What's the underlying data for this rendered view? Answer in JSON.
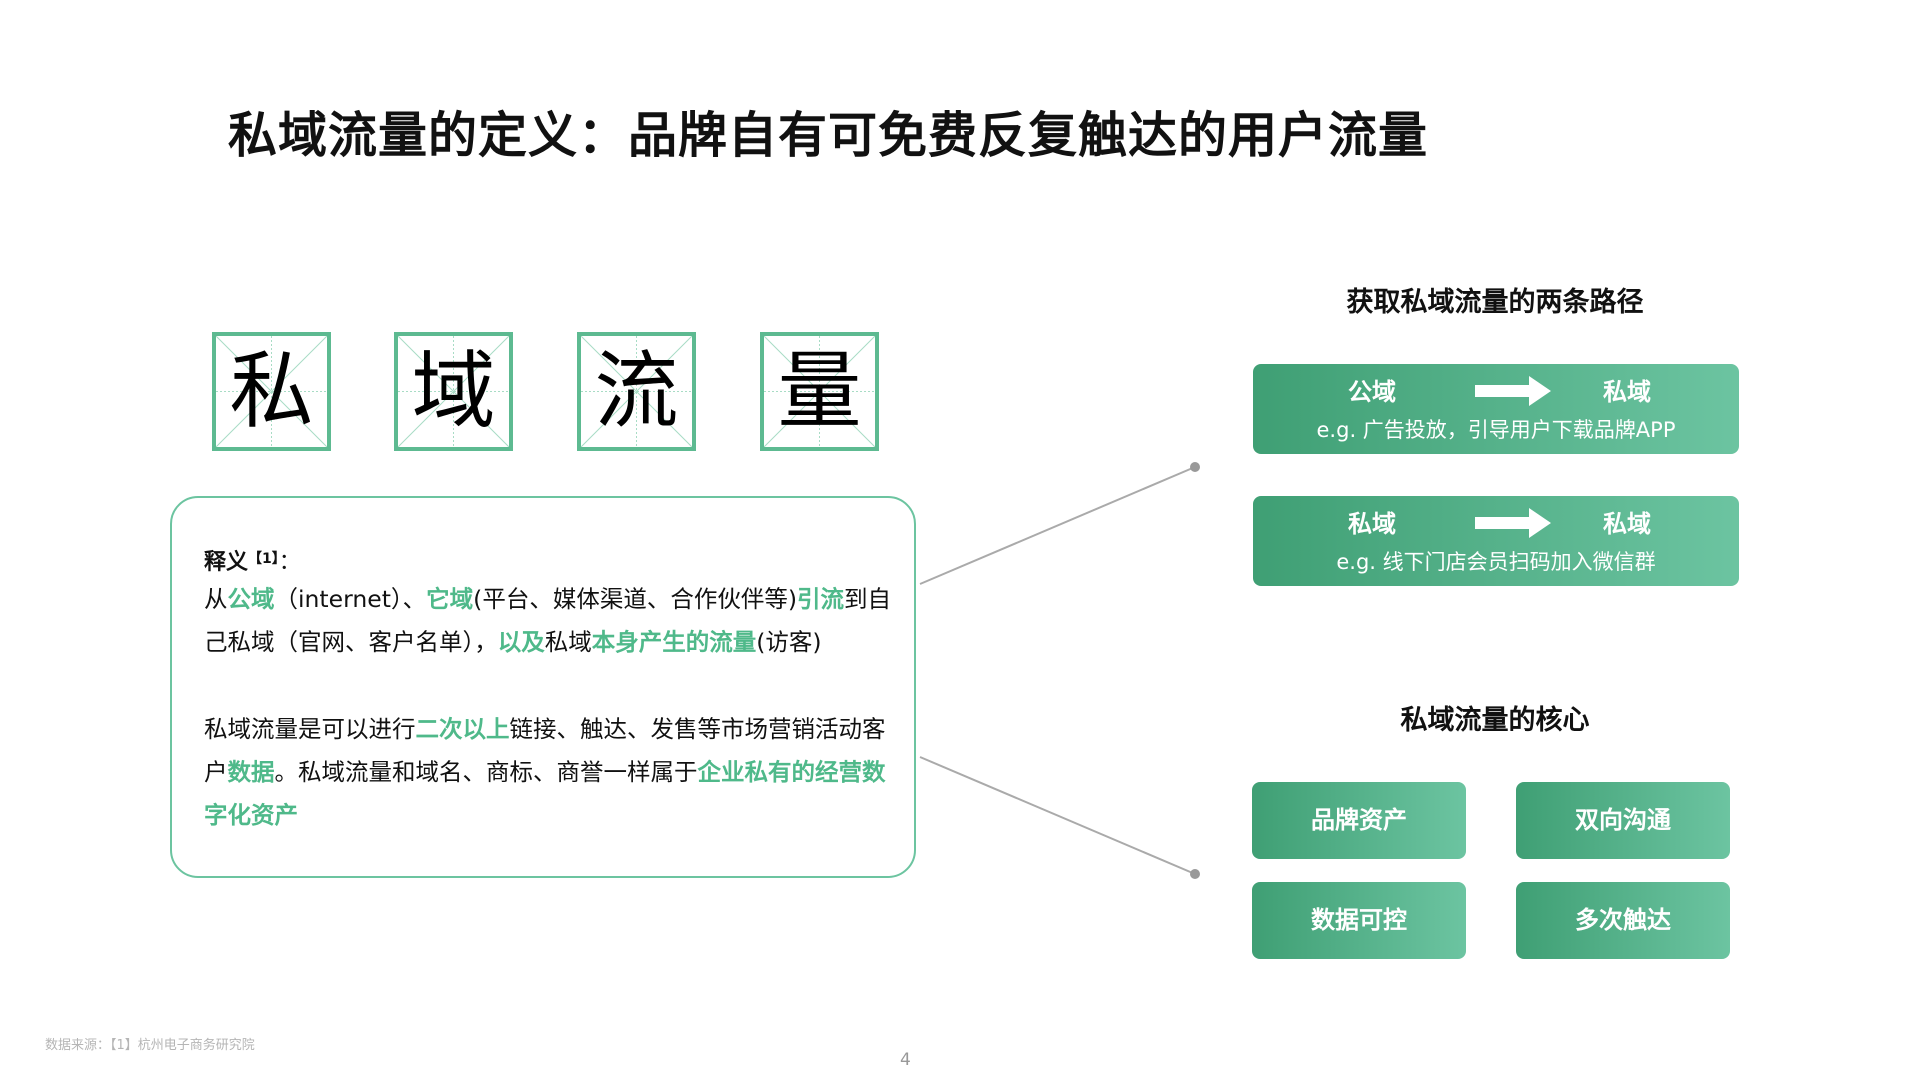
{
  "title": "私域流量的定义：品牌自有可免费反复触达的用户流量",
  "characters": [
    "私",
    "域",
    "流",
    "量"
  ],
  "definition": {
    "label": "释义",
    "ref": "【1】",
    "colon": "：",
    "para1": [
      {
        "t": " 从",
        "h": false
      },
      {
        "t": "公域",
        "h": true
      },
      {
        "t": "（internet）、",
        "h": false
      },
      {
        "t": "它域",
        "h": true
      },
      {
        "t": "(平台、媒体渠道、合作伙伴等)",
        "h": false
      },
      {
        "t": "引流",
        "h": true
      },
      {
        "t": "到自己私域（官网、客户名单），",
        "h": false
      },
      {
        "t": "以及",
        "h": true
      },
      {
        "t": "私域",
        "h": false
      },
      {
        "t": "本身产生的流量",
        "h": true
      },
      {
        "t": "(访客)",
        "h": false
      }
    ],
    "para2": [
      {
        "t": "私域流量是可以进行",
        "h": false
      },
      {
        "t": "二次以上",
        "h": true
      },
      {
        "t": "链接、触达、发售等市场营销活动客户",
        "h": false
      },
      {
        "t": "数据",
        "h": true
      },
      {
        "t": "。私域流量和域名、商标、商誉一样属于",
        "h": false
      },
      {
        "t": "企业私有的经营数字化资产",
        "h": true
      }
    ]
  },
  "paths": {
    "title": "获取私域流量的两条路径",
    "items": [
      {
        "from": "公域",
        "to": "私域",
        "example": "e.g. 广告投放，引导用户下载品牌APP"
      },
      {
        "from": "私域",
        "to": "私域",
        "example": "e.g. 线下门店会员扫码加入微信群"
      }
    ]
  },
  "core": {
    "title": "私域流量的核心",
    "items": [
      "品牌资产",
      "双向沟通",
      "数据可控",
      "多次触达"
    ]
  },
  "footer": {
    "source": "数据来源：【1】杭州电子商务研究院",
    "page": "4"
  },
  "colors": {
    "accent": "#4fb98a",
    "gradient_start": "#3f9f74",
    "gradient_end": "#6cc4a1"
  }
}
